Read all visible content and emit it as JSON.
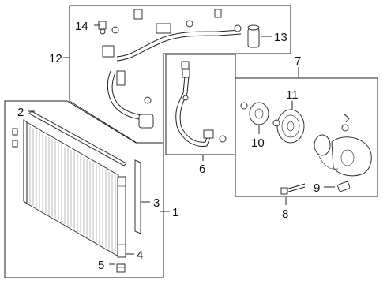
{
  "diagram": {
    "callouts": [
      {
        "id": "1",
        "text": "1"
      },
      {
        "id": "2",
        "text": "2"
      },
      {
        "id": "3",
        "text": "3"
      },
      {
        "id": "4",
        "text": "4"
      },
      {
        "id": "5",
        "text": "5"
      },
      {
        "id": "6",
        "text": "6"
      },
      {
        "id": "7",
        "text": "7"
      },
      {
        "id": "8",
        "text": "8"
      },
      {
        "id": "9",
        "text": "9"
      },
      {
        "id": "10",
        "text": "10"
      },
      {
        "id": "11",
        "text": "11"
      },
      {
        "id": "12",
        "text": "12"
      },
      {
        "id": "13",
        "text": "13"
      },
      {
        "id": "14",
        "text": "14"
      }
    ]
  }
}
